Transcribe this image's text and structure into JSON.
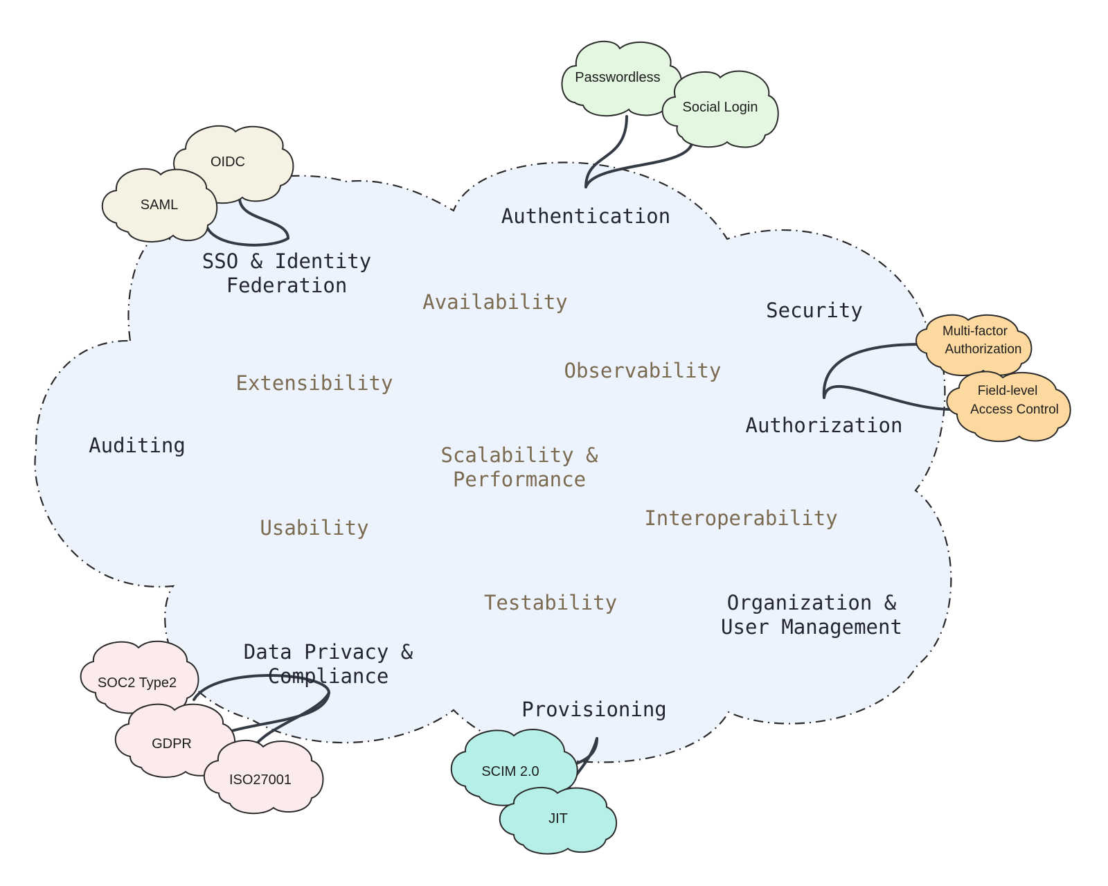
{
  "main_cloud": {
    "fill": "#edf3fd",
    "stroke": "#2a2a2a"
  },
  "colors": {
    "core": "#23262e",
    "quality": "#7a6a50",
    "connector": "#353b45"
  },
  "core_labels": {
    "authentication": "Authentication",
    "sso_line1": "SSO & Identity",
    "sso_line2": "Federation",
    "security": "Security",
    "authorization": "Authorization",
    "auditing": "Auditing",
    "org_line1": "Organization &",
    "org_line2": "User Management",
    "privacy_line1": "Data Privacy &",
    "privacy_line2": "Compliance",
    "provisioning": "Provisioning"
  },
  "quality_labels": {
    "availability": "Availability",
    "extensibility": "Extensibility",
    "observability": "Observability",
    "scale_line1": "Scalability &",
    "scale_line2": "Performance",
    "usability": "Usability",
    "interoperability": "Interoperability",
    "testability": "Testability"
  },
  "bubbles": {
    "passwordless": {
      "label": "Passwordless",
      "fill": "#e3f7e1"
    },
    "social": {
      "label": "Social Login",
      "fill": "#e3f7e1"
    },
    "oidc": {
      "label": "OIDC",
      "fill": "#f5f1e3"
    },
    "saml": {
      "label": "SAML",
      "fill": "#f5f1e3"
    },
    "mfa": {
      "line1": "Multi-factor",
      "line2": "Authorization",
      "fill": "#fdd9a0"
    },
    "fla": {
      "line1": "Field-level",
      "line2": "Access Control",
      "fill": "#fdd9a0"
    },
    "soc2": {
      "label": "SOC2 Type2",
      "fill": "#fcebec"
    },
    "gdpr": {
      "label": "GDPR",
      "fill": "#fcebec"
    },
    "iso": {
      "label": "ISO27001",
      "fill": "#fcebec"
    },
    "scim": {
      "label": "SCIM 2.0",
      "fill": "#b5efe8"
    },
    "jit": {
      "label": "JIT",
      "fill": "#b5efe8"
    }
  }
}
